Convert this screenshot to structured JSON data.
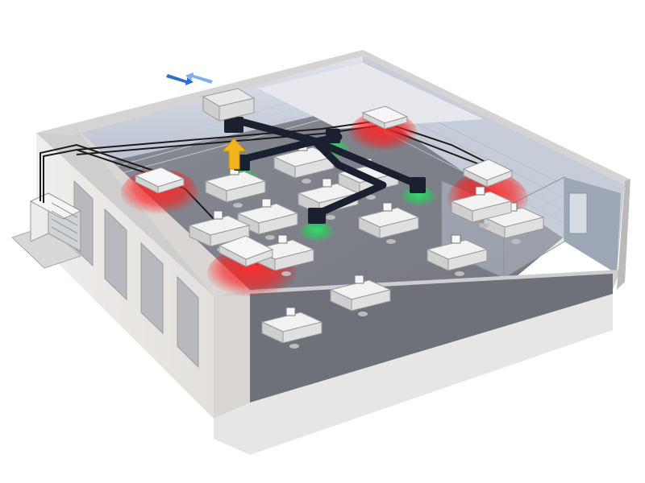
{
  "diagram": {
    "type": "isometric-hvac-office",
    "components": {
      "outdoor_unit": "outdoor-condenser-unit",
      "ventilation_unit": "heat-recovery-ventilation-unit",
      "cassette_units": 5,
      "supply_diffusers": 4,
      "exchange_arrows": [
        "intake",
        "exhaust"
      ]
    },
    "colors": {
      "floor": "#797b86",
      "wall_cap": "#cfcdcd",
      "wall_face": "#e8e6e4",
      "wall_inner": "#c9d0dc",
      "heating_glow": "#ff1a1a",
      "fresh_air_glow": "#23d15a",
      "duct": "#1b2031",
      "pipe": "#1c1c1c",
      "arrow_up": "#f2b51b",
      "arrow_exchange": "#2f6fc9",
      "desk": "#f2f2f2",
      "glass": "#b8c3cf"
    },
    "desks": 13,
    "shows_labels": false
  }
}
